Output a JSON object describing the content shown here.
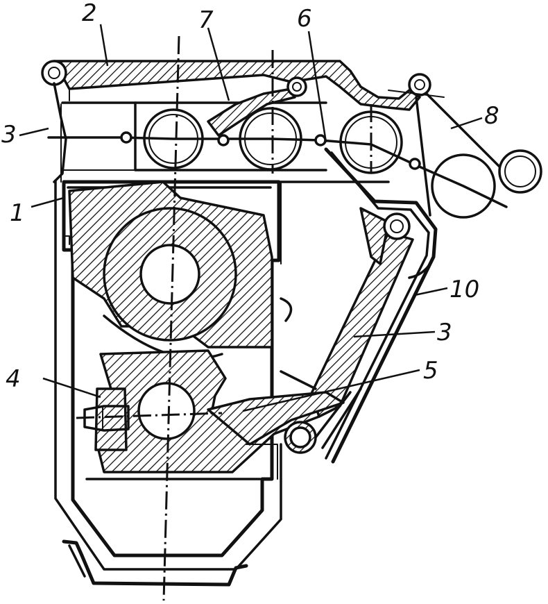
{
  "figure": {
    "callouts": [
      {
        "id": "1",
        "text": "1"
      },
      {
        "id": "2",
        "text": "2"
      },
      {
        "id": "3a",
        "text": "3"
      },
      {
        "id": "3b",
        "text": "3"
      },
      {
        "id": "4",
        "text": "4"
      },
      {
        "id": "5",
        "text": "5"
      },
      {
        "id": "6",
        "text": "6"
      },
      {
        "id": "7",
        "text": "7"
      },
      {
        "id": "8",
        "text": "8"
      },
      {
        "id": "10",
        "text": "10"
      }
    ]
  }
}
